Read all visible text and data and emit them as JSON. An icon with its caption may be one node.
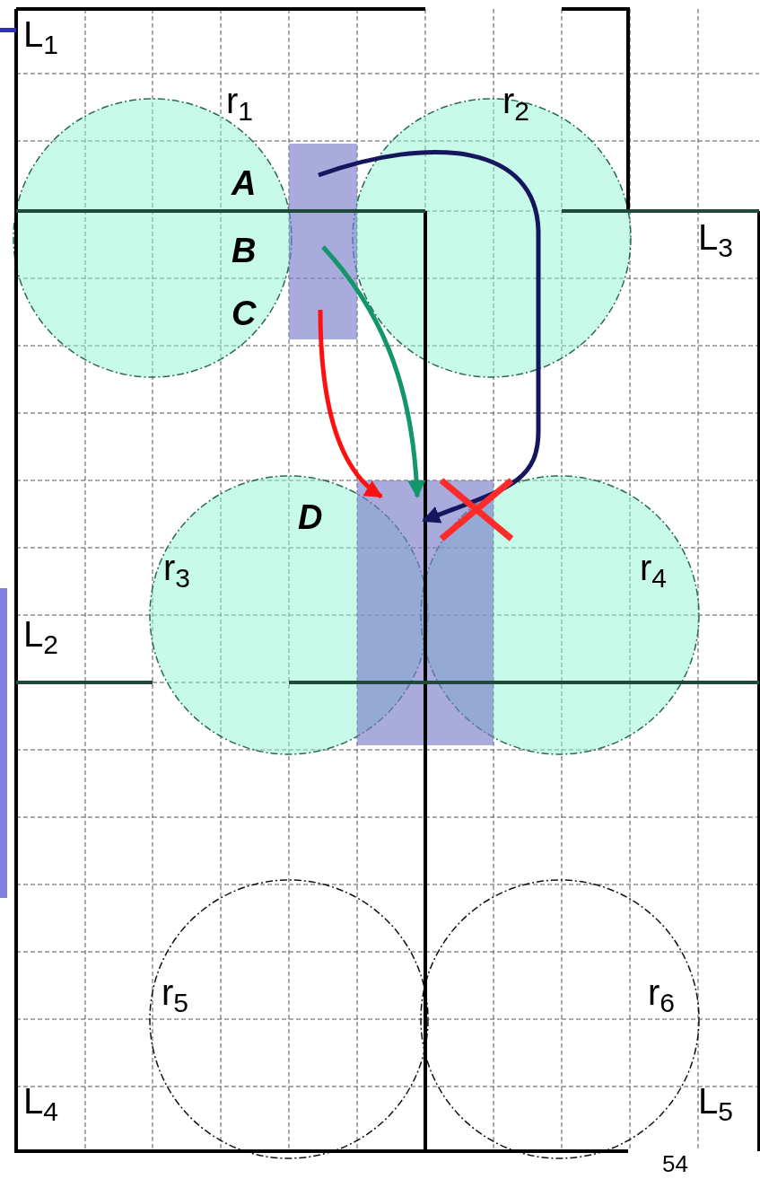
{
  "diagram": {
    "nodes": [
      {
        "text": [
          "A"
        ]
      },
      {
        "text": [
          "B"
        ]
      },
      {
        "text": [
          "C"
        ]
      },
      {
        "text": [
          "D"
        ]
      }
    ],
    "edges": [
      {
        "from": 0,
        "to": 3,
        "arrow": "to",
        "color": "#16165e"
      },
      {
        "from": 1,
        "to": 3,
        "arrow": "to",
        "color": "#13966c"
      },
      {
        "from": 2,
        "to": 3,
        "arrow": "to",
        "color": "#ff1010"
      }
    ],
    "labels": [
      "L$_{1}$",
      "r$_{1}$",
      "r$_{2}$",
      "L$_{3}$",
      "r$_{3}$",
      "r$_{4}$",
      "L$_{2}$",
      "r$_{5}$",
      "r$_{6}$",
      "L$_{4}$",
      "L$_{5}$",
      "54"
    ]
  }
}
